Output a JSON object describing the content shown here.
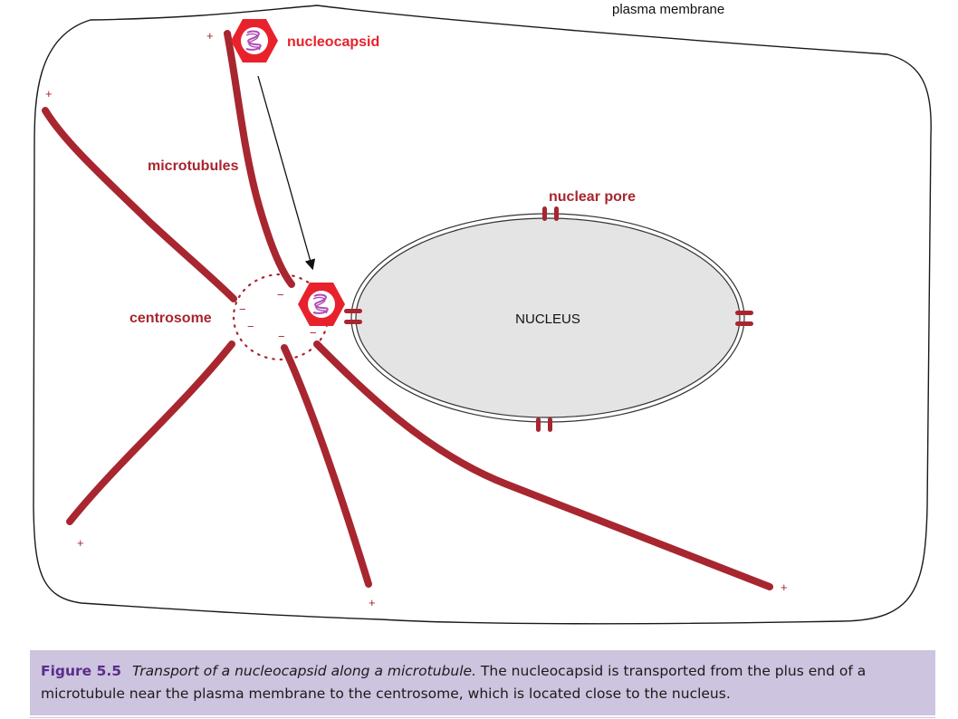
{
  "labels": {
    "plasma_membrane": "plasma membrane",
    "nucleocapsid": "nucleocapsid",
    "microtubules": "microtubules",
    "nuclear_pore": "nuclear pore",
    "centrosome": "centrosome",
    "nucleus": "NUCLEUS",
    "plus": "+",
    "minus": "−"
  },
  "caption": {
    "figure_number": "Figure 5.5",
    "title": "Transport of a nucleocapsid along a microtubule.",
    "text": " The nucleocapsid is transported from the plus end of a microtubule near the plasma membrane to the centrosome, which is located close to the nucleus."
  },
  "colors": {
    "microtubule": "#a8262f",
    "nucleocapsid": "#e8222c",
    "genome": "#b04bb5",
    "nucleus_fill": "#e4e4e4",
    "caption_bg": "#cdc4df",
    "figure_number": "#5a2d8c"
  },
  "icons": {
    "nucleocapsid": "hexagon-capsid-icon",
    "arrow": "transport-arrow"
  }
}
